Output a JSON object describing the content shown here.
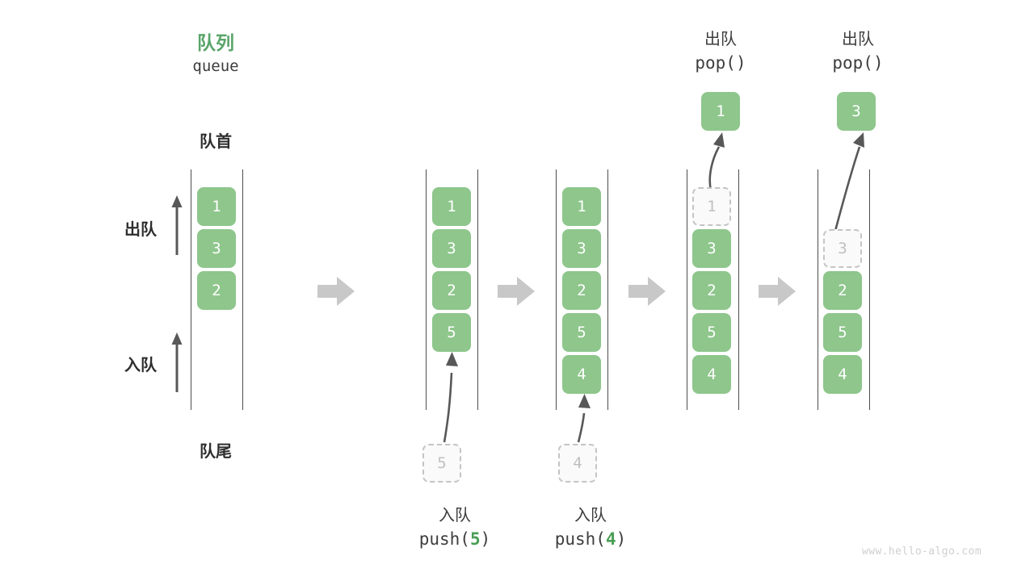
{
  "diagram": {
    "title_cn": "队列",
    "title_en": "queue",
    "front_label": "队首",
    "rear_label": "队尾",
    "dequeue_side_label": "出队",
    "enqueue_side_label": "入队",
    "watermark": "www.hello-algo.com",
    "colors": {
      "accent_green": "#8ec68c",
      "title_green": "#5aa469",
      "ghost_border": "#c4c4c4",
      "ghost_text": "#c0c0c0",
      "rail": "#4d4d4d",
      "flow_arrow": "#c8c8c8",
      "text_dark": "#2e2e2e"
    },
    "columns": [
      {
        "id": "initial",
        "cells": [
          {
            "value": "1",
            "state": "filled"
          },
          {
            "value": "3",
            "state": "filled"
          },
          {
            "value": "2",
            "state": "filled"
          }
        ]
      },
      {
        "id": "after-push-5",
        "cells": [
          {
            "value": "1",
            "state": "filled"
          },
          {
            "value": "3",
            "state": "filled"
          },
          {
            "value": "2",
            "state": "filled"
          },
          {
            "value": "5",
            "state": "filled"
          }
        ],
        "incoming": {
          "value": "5",
          "state": "ghost"
        },
        "op_cn": "入队",
        "op_name": "push(",
        "op_arg": "5",
        "op_close": ")"
      },
      {
        "id": "after-push-4",
        "cells": [
          {
            "value": "1",
            "state": "filled"
          },
          {
            "value": "3",
            "state": "filled"
          },
          {
            "value": "2",
            "state": "filled"
          },
          {
            "value": "5",
            "state": "filled"
          },
          {
            "value": "4",
            "state": "filled"
          }
        ],
        "incoming": {
          "value": "4",
          "state": "ghost"
        },
        "op_cn": "入队",
        "op_name": "push(",
        "op_arg": "4",
        "op_close": ")"
      },
      {
        "id": "after-pop-1",
        "cells": [
          {
            "value": "1",
            "state": "ghost"
          },
          {
            "value": "3",
            "state": "filled"
          },
          {
            "value": "2",
            "state": "filled"
          },
          {
            "value": "5",
            "state": "filled"
          },
          {
            "value": "4",
            "state": "filled"
          }
        ],
        "popped": {
          "value": "1",
          "state": "filled"
        },
        "op_cn": "出队",
        "op_name": "pop(",
        "op_arg": "",
        "op_close": ")"
      },
      {
        "id": "after-pop-3",
        "cells": [
          {
            "value": "",
            "state": "empty"
          },
          {
            "value": "3",
            "state": "ghost"
          },
          {
            "value": "2",
            "state": "filled"
          },
          {
            "value": "5",
            "state": "filled"
          },
          {
            "value": "4",
            "state": "filled"
          }
        ],
        "popped": {
          "value": "3",
          "state": "filled"
        },
        "op_cn": "出队",
        "op_name": "pop(",
        "op_arg": "",
        "op_close": ")"
      }
    ]
  }
}
